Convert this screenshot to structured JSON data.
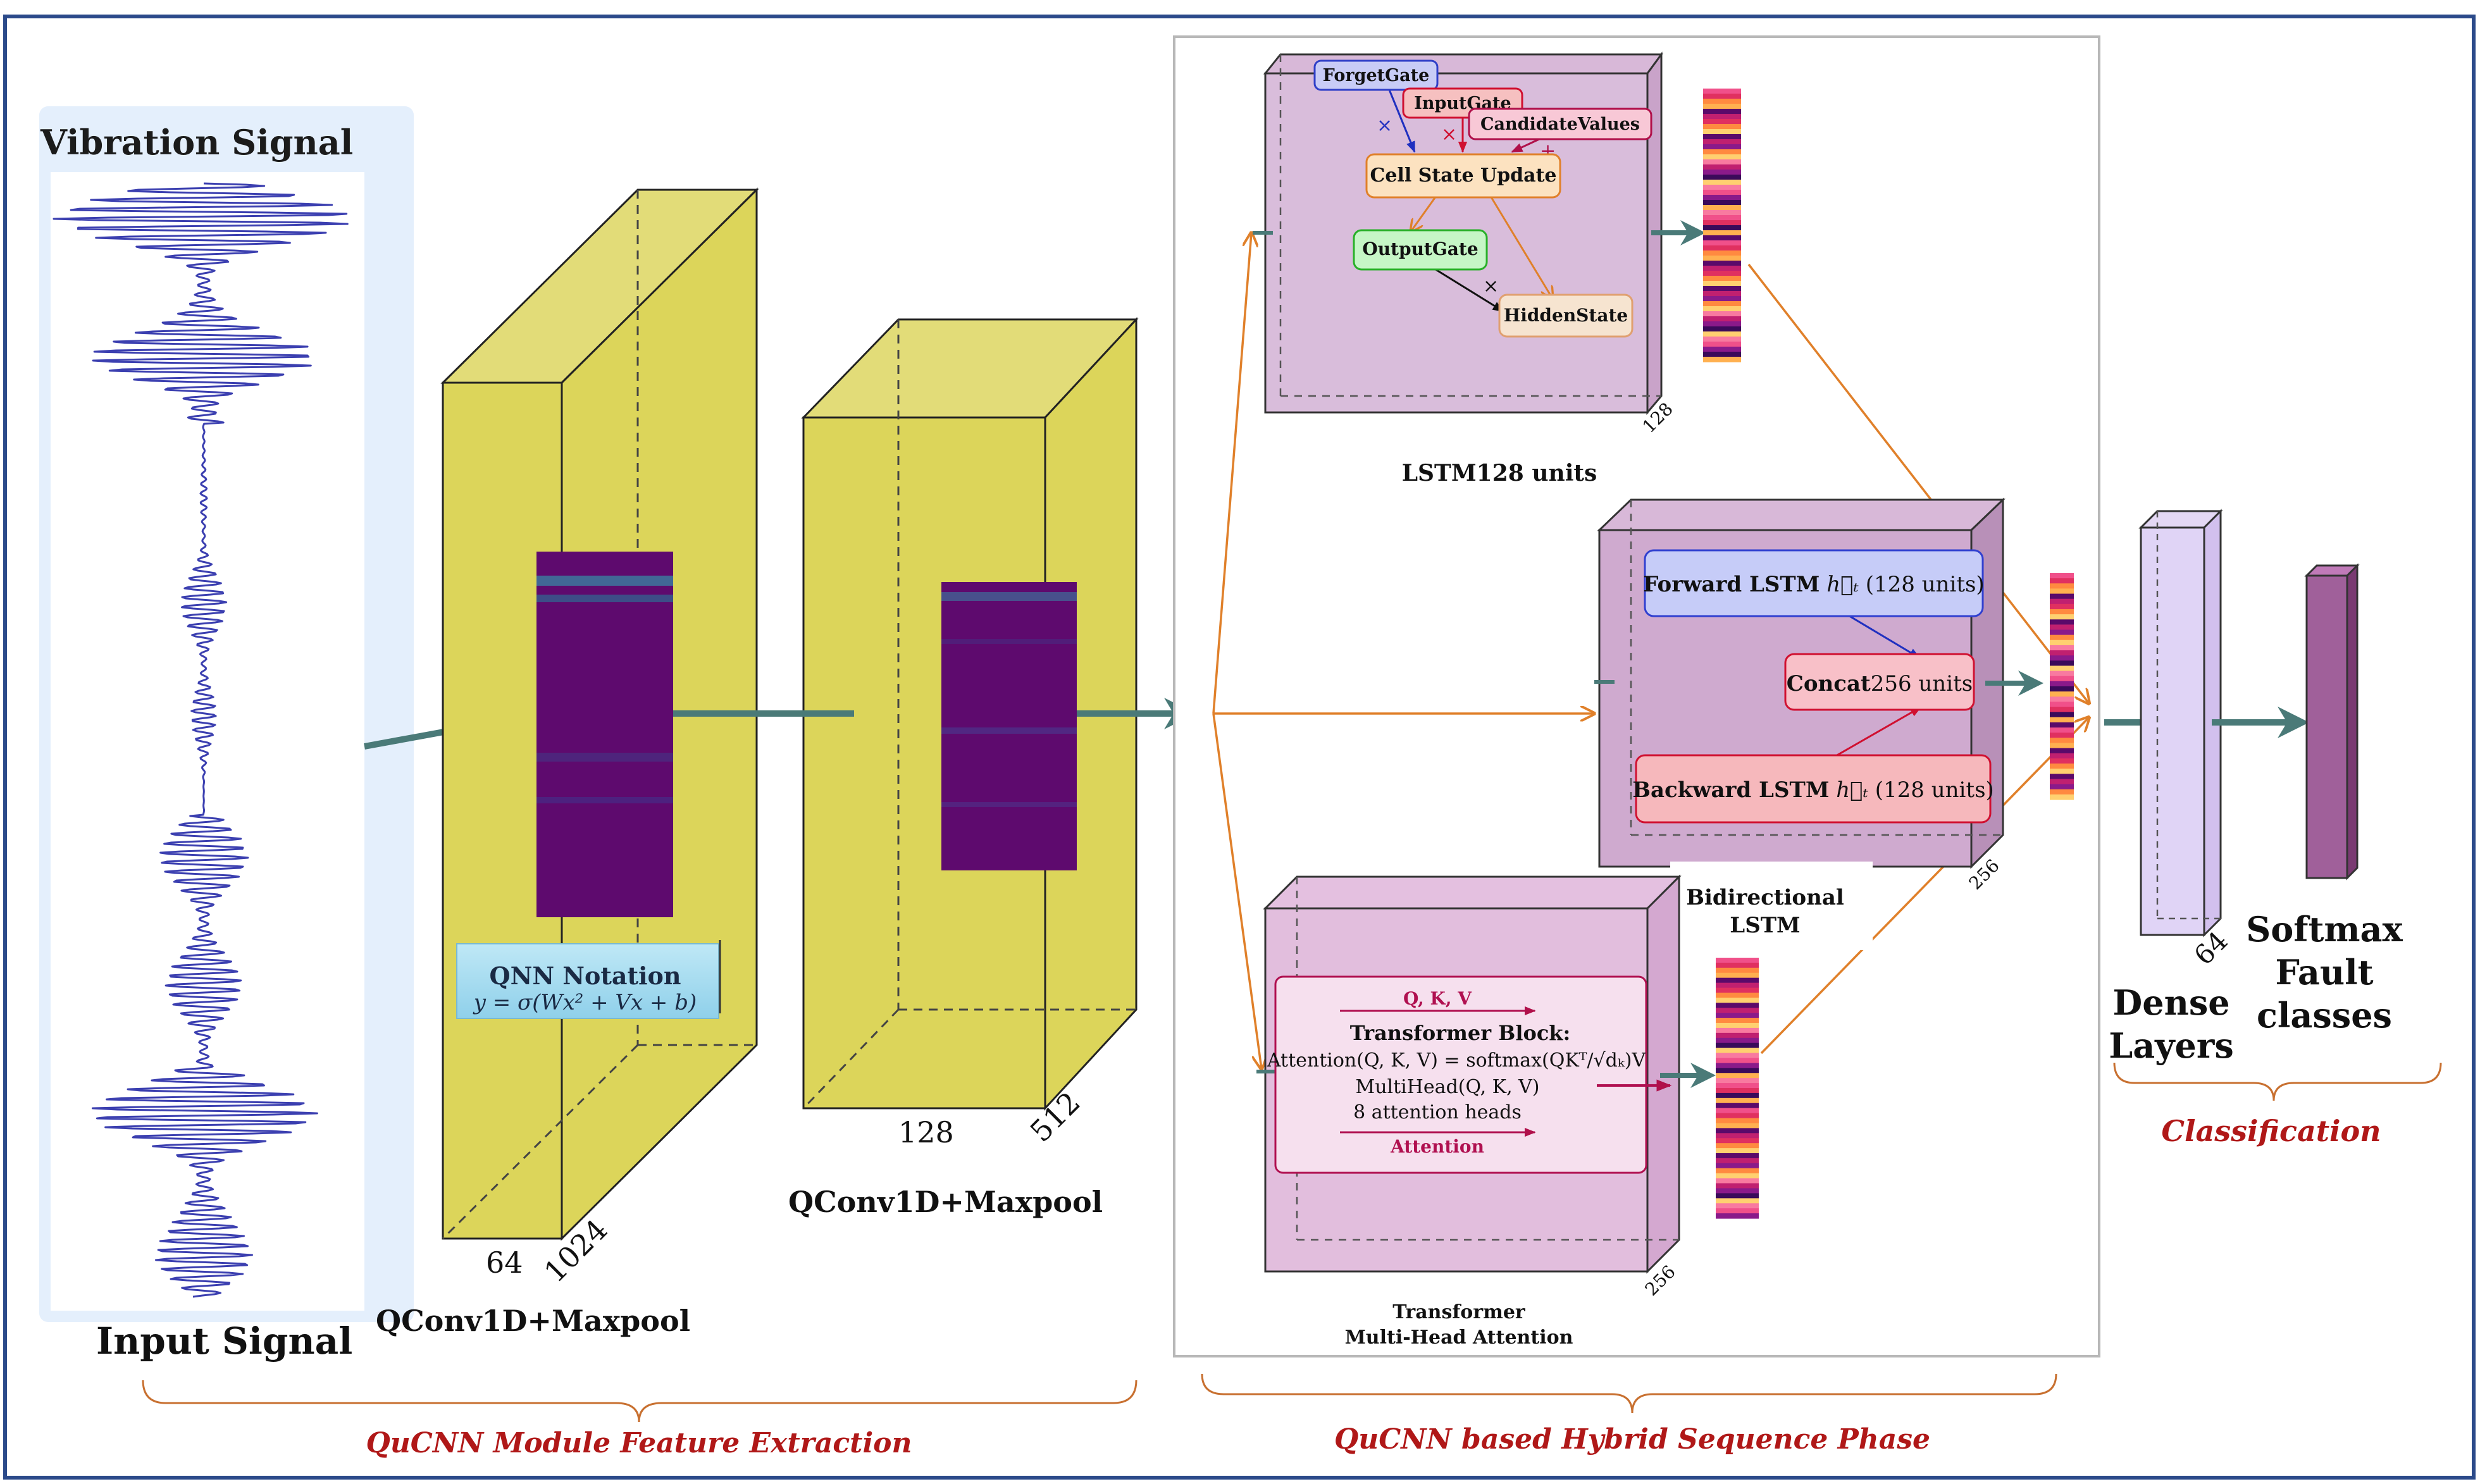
{
  "colors": {
    "frame": "#2b4a8a",
    "accent_red": "#b01818",
    "brace": "#c87030",
    "arrow_teal": "#4a7a78",
    "orange": "#e0802a",
    "yellow_block": "#dcd55a",
    "purple_block": "#c9a6cb",
    "heatmap": "#5a0a6a"
  },
  "input": {
    "title": "Vibration Signal",
    "caption": "Input Signal"
  },
  "extraction": {
    "block1": {
      "dim_a": "64",
      "dim_b": "1024",
      "caption": "QConv1D+Maxpool"
    },
    "block2": {
      "dim_a": "128",
      "dim_b": "512",
      "caption": "QConv1D+Maxpool"
    },
    "qnn": {
      "title": "QNN Notation",
      "formula": "y = σ(Wx² + Vx + b)"
    },
    "phase_label": "QuCNN Module Feature Extraction"
  },
  "sequence": {
    "lstm": {
      "forget": "ForgetGate",
      "input": "InputGate",
      "candidate": "CandidateValues",
      "cell": "Cell State Update",
      "output": "OutputGate",
      "hidden": "HiddenState",
      "dim": "128",
      "caption": "LSTM128 units"
    },
    "bilstm": {
      "forward_bold": "Forward LSTM",
      "forward_sym": "h⃗ₜ",
      "forward_units": "(128 units)",
      "concat_bold": "Concat",
      "concat_units": "256 units",
      "backward_bold": "Backward LSTM",
      "backward_sym": "h⃖ₜ",
      "backward_units": "(128 units)",
      "dim": "256",
      "caption_1": "Bidirectional",
      "caption_2": "LSTM"
    },
    "transformer": {
      "qkv": "Q, K, V",
      "block_title": "Transformer Block:",
      "formula_attn": "Attention(Q, K, V) = softmax(QKᵀ/√dₖ)V",
      "formula_mh": "MultiHead(Q, K, V)",
      "heads": "8 attention heads",
      "attn_label": "Attention",
      "dim": "256",
      "caption_1": "Transformer",
      "caption_2": "Multi-Head Attention"
    },
    "phase_label": "QuCNN based Hybrid Sequence Phase"
  },
  "classification": {
    "dense_dim": "64",
    "dense_1": "Dense",
    "dense_2": "Layers",
    "softmax_1": "Softmax",
    "softmax_2": "Fault",
    "softmax_3": "classes",
    "phase_label": "Classification"
  }
}
